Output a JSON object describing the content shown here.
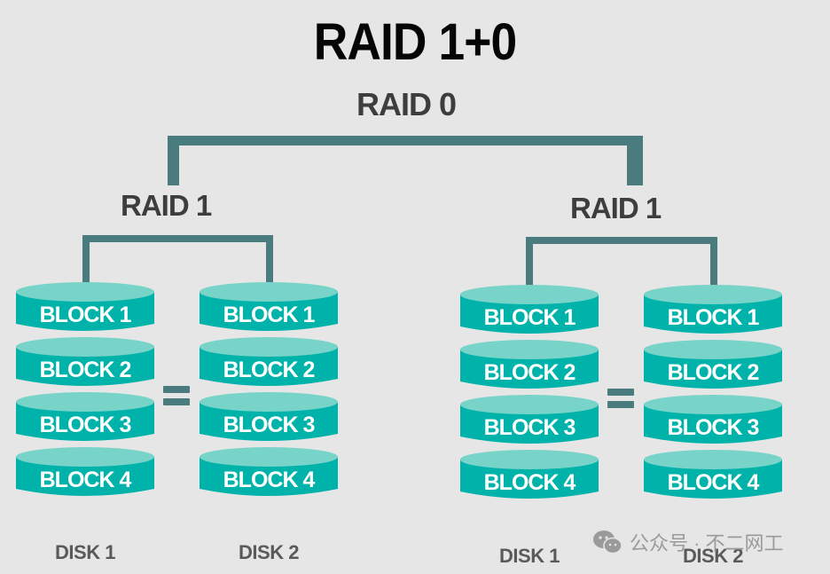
{
  "title": "RAID 1+0",
  "top_level_label": "RAID 0",
  "groups": [
    {
      "label": "RAID 1",
      "equals_sign": "=",
      "disks": [
        {
          "name": "DISK 1",
          "blocks": [
            "BLOCK 1",
            "BLOCK 2",
            "BLOCK 3",
            "BLOCK 4"
          ]
        },
        {
          "name": "DISK 2",
          "blocks": [
            "BLOCK 1",
            "BLOCK 2",
            "BLOCK 3",
            "BLOCK 4"
          ]
        }
      ]
    },
    {
      "label": "RAID 1",
      "equals_sign": "=",
      "disks": [
        {
          "name": "DISK 1",
          "blocks": [
            "BLOCK 1",
            "BLOCK 2",
            "BLOCK 3",
            "BLOCK 4"
          ]
        },
        {
          "name": "DISK 2",
          "blocks": [
            "BLOCK 1",
            "BLOCK 2",
            "BLOCK 3",
            "BLOCK 4"
          ]
        }
      ]
    }
  ],
  "watermark": {
    "icon": "wechat-icon",
    "text": "公众号 · 不二网工"
  },
  "colors": {
    "background": "#e6e6e6",
    "connector": "#4a7b7e",
    "disk_body": "#00b3aa",
    "disk_top": "#78d4c9",
    "block_text": "#ffffff"
  }
}
